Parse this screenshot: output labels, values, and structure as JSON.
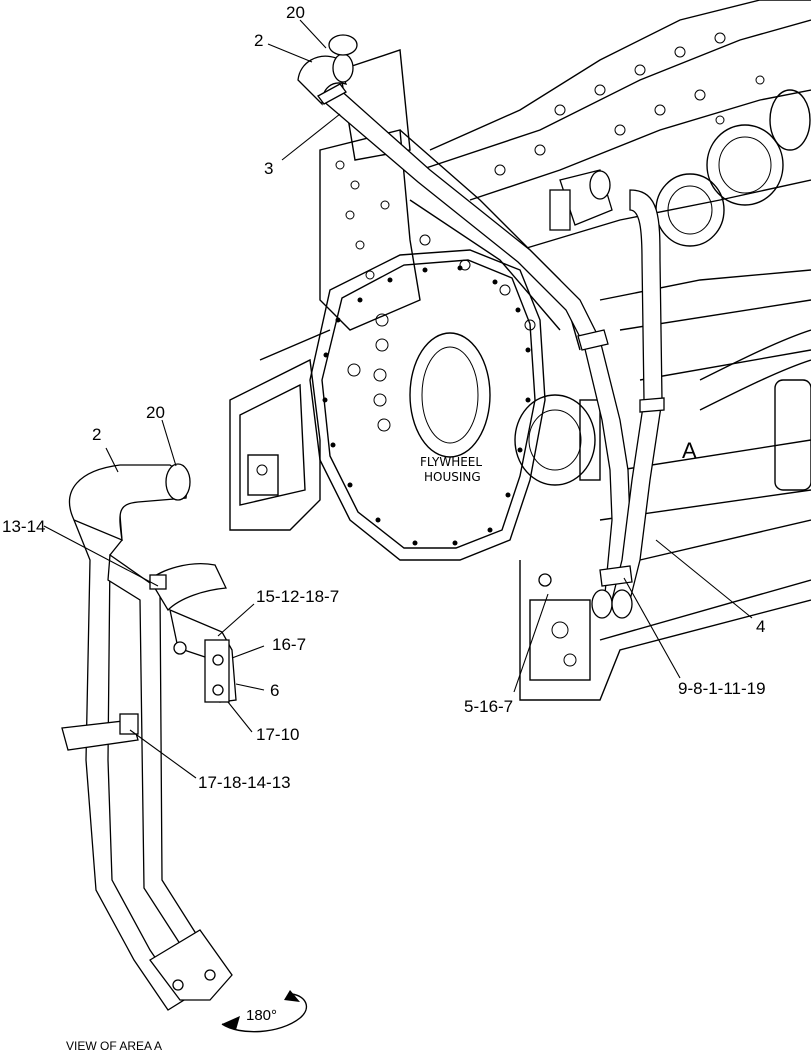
{
  "callouts": {
    "c20_top": "20",
    "c2_top": "2",
    "c3": "3",
    "c4": "4",
    "c5_16_7": "5-16-7",
    "c9_8_1_11_19": "9-8-1-11-19",
    "c2_view": "2",
    "c20_view": "20",
    "c13_14": "13-14",
    "c15_12_18_7": "15-12-18-7",
    "c16_7": "16-7",
    "c6": "6",
    "c17_10": "17-10",
    "c17_18_14_13": "17-18-14-13"
  },
  "labels": {
    "flywheel_line1": "FLYWHEEL",
    "flywheel_line2": "HOUSING",
    "area_letter": "A",
    "view_of_area": "VIEW OF AREA  A",
    "rotation": "180°"
  }
}
